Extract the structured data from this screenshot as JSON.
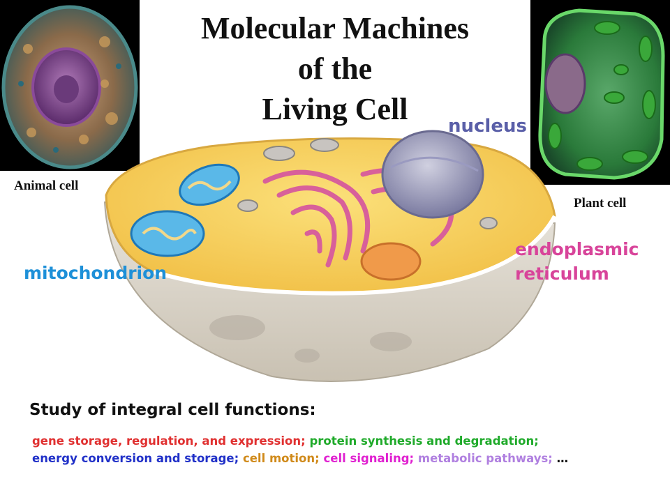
{
  "title": {
    "line1": "Molecular Machines",
    "line2": "of the",
    "line3": "Living Cell"
  },
  "images": {
    "animal_caption": "Animal cell",
    "plant_caption": "Plant cell"
  },
  "labels": {
    "nucleus": "nucleus",
    "mitochondrion": "mitochondrion",
    "er_line1": "endoplasmic",
    "er_line2": "reticulum"
  },
  "colors": {
    "nucleus": "#5a5fa8",
    "mitochondrion": "#1e90d8",
    "er": "#d8449a",
    "red": "#e03030",
    "green": "#1faa2a",
    "blue": "#2030c8",
    "orange": "#d08a1a",
    "magenta": "#e020d0",
    "violet": "#b080e0",
    "black": "#111111"
  },
  "study": {
    "heading": "Study of integral cell functions:",
    "items": [
      {
        "text": "gene storage, regulation, and expression;",
        "color": "#e03030"
      },
      {
        "text": "protein synthesis and degradation;",
        "color": "#1faa2a"
      },
      {
        "text": "energy conversion and storage;",
        "color": "#2030c8"
      },
      {
        "text": "cell motion;",
        "color": "#d08a1a"
      },
      {
        "text": "cell signaling;",
        "color": "#e020d0"
      },
      {
        "text": "metabolic pathways;",
        "color": "#b080e0"
      },
      {
        "text": "…",
        "color": "#111111"
      }
    ]
  }
}
